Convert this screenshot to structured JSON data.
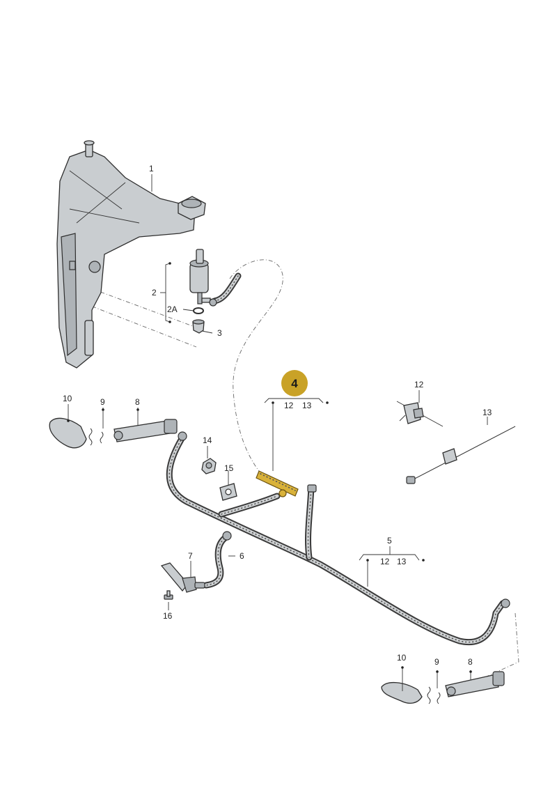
{
  "callouts": {
    "reservoir": "1",
    "pump_group": "2",
    "pump_seal": "2A",
    "grommet": "3",
    "highlight": "4",
    "hose_main": "5",
    "hose_short": "6",
    "jet_nozzle": "7",
    "cylinder_left": "8",
    "spring_left": "9",
    "cap_left": "10",
    "cylinder_right": "8",
    "spring_right": "9",
    "cap_right": "10",
    "hose_clip": "12",
    "cable_tie": "13",
    "check_valve": "14",
    "hose_holder": "15",
    "bolt": "16",
    "sub4_a": "12",
    "sub4_b": "13",
    "sub5_a": "12",
    "sub5_b": "13"
  },
  "colors": {
    "highlight_badge": "#c9a227",
    "highlight_part": "#d9b23a",
    "part_fill": "#c9cdd0",
    "line": "#2e2e2e"
  }
}
